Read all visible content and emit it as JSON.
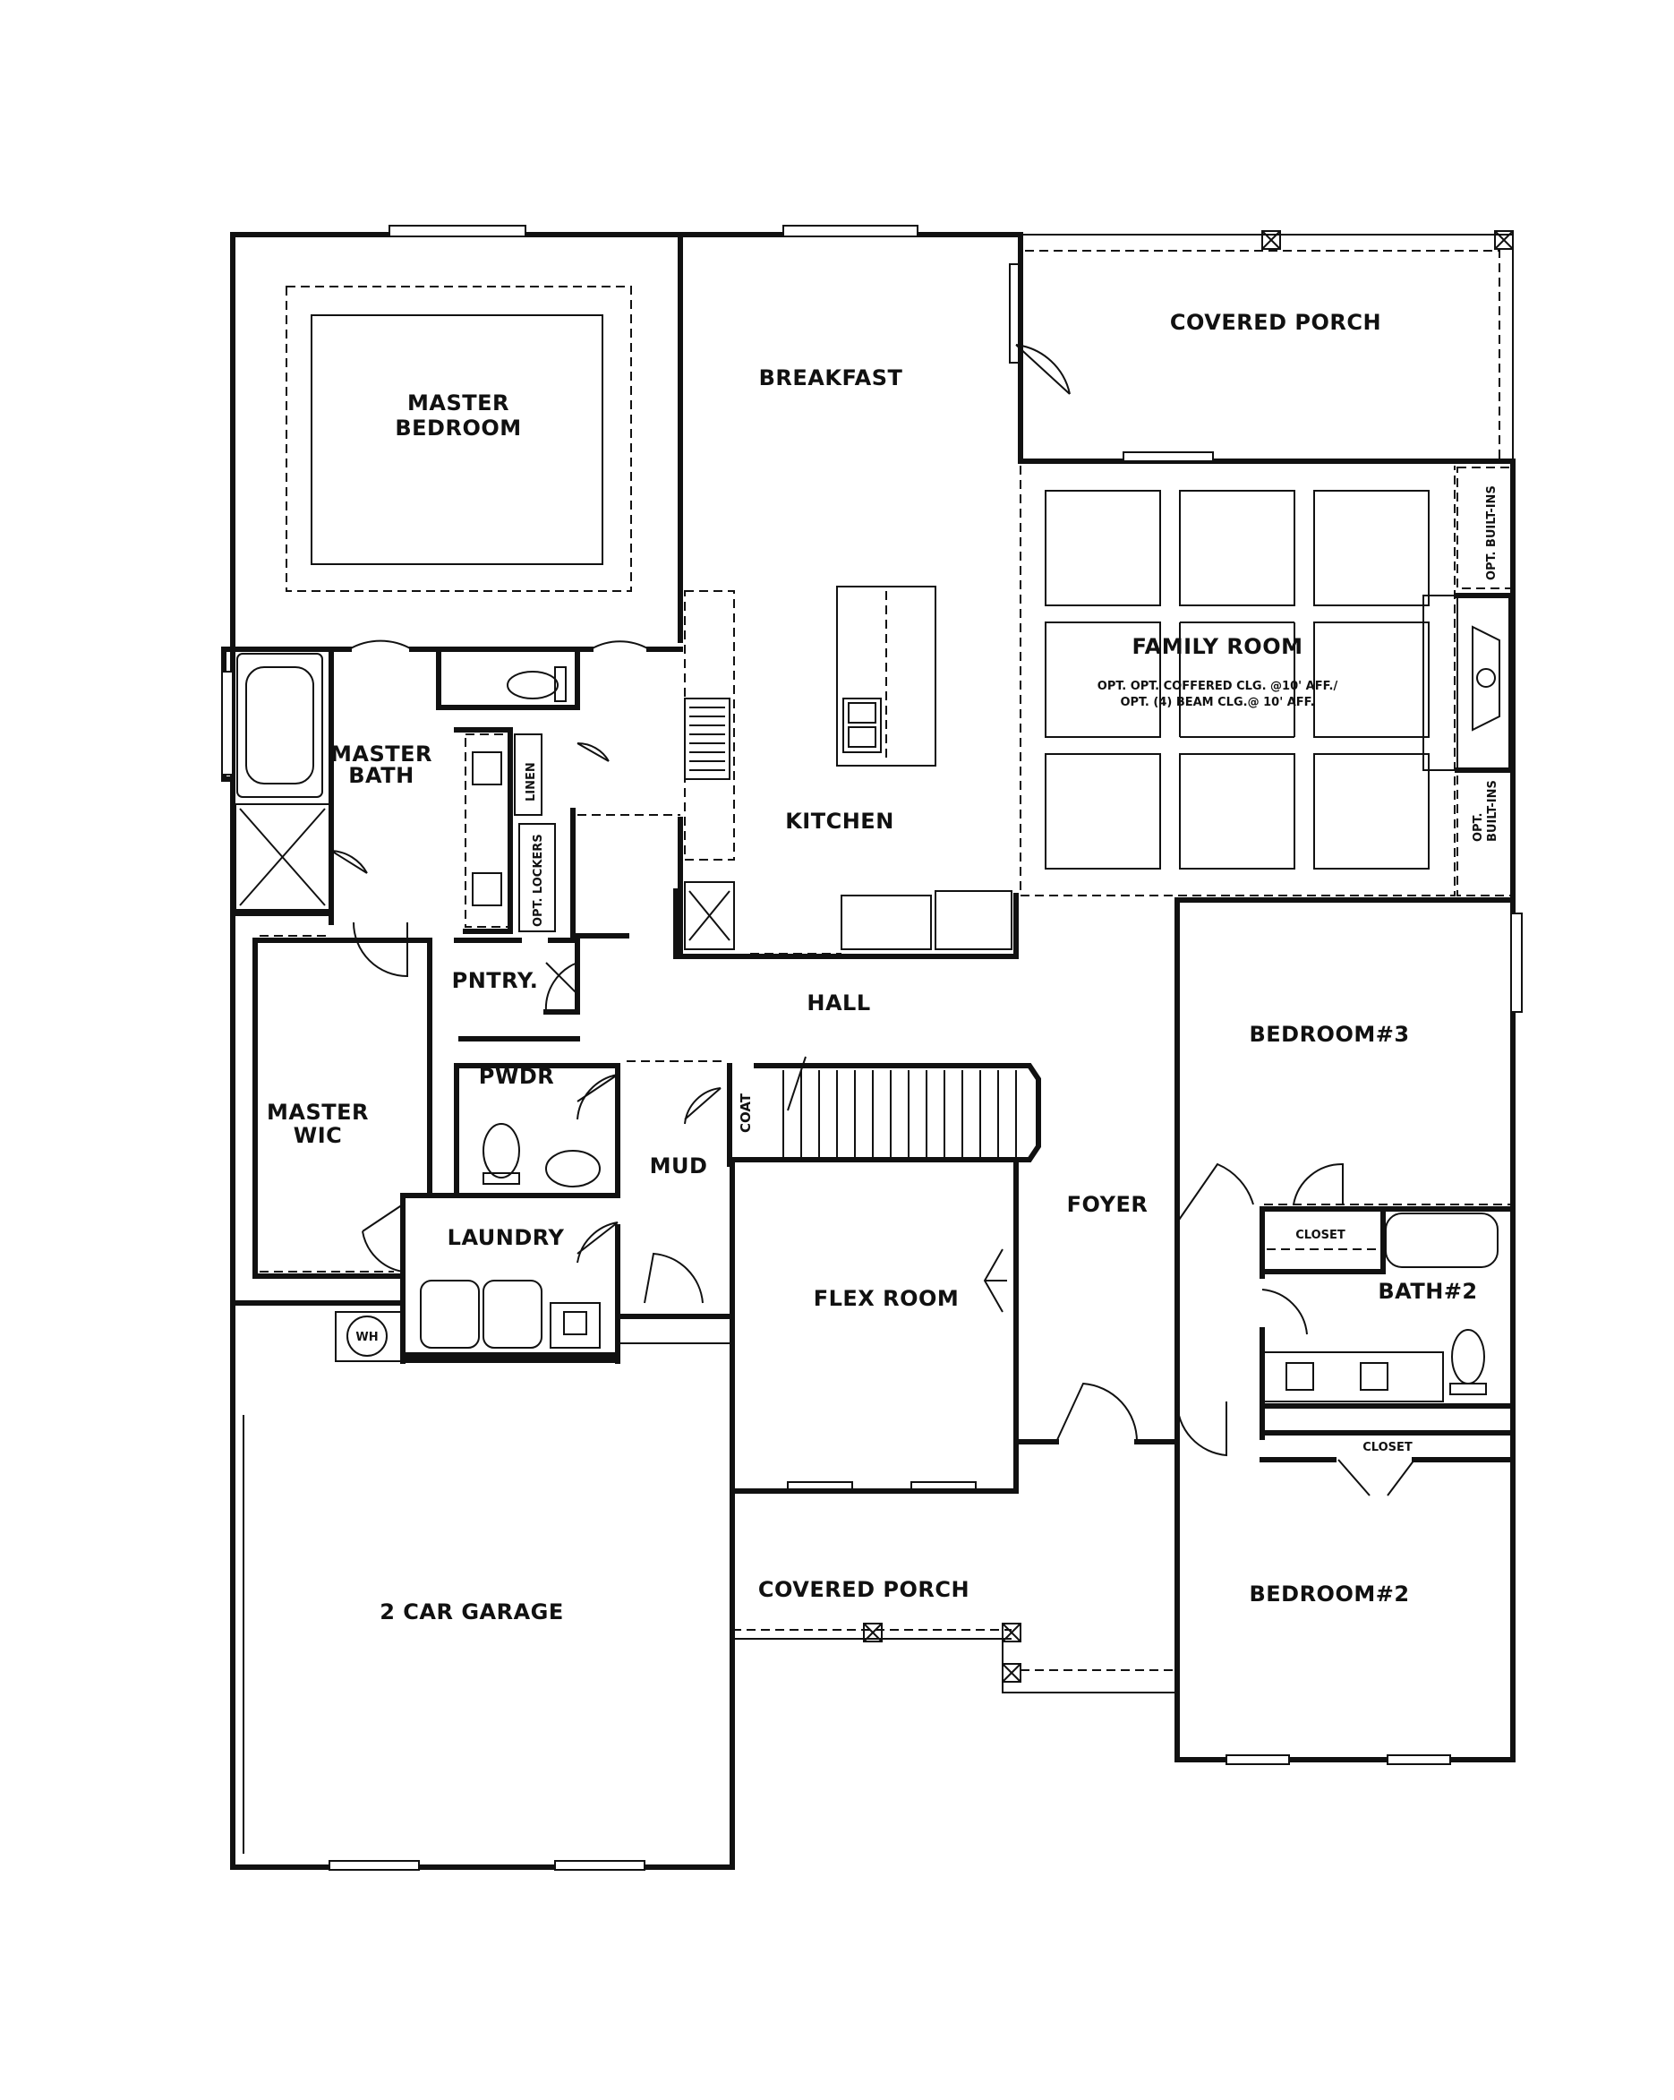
{
  "rooms": {
    "master_bedroom": [
      "MASTER",
      "BEDROOM"
    ],
    "breakfast": "BREAKFAST",
    "covered_porch_rear": "COVERED PORCH",
    "master_bath": [
      "MASTER",
      "BATH"
    ],
    "kitchen": "KITCHEN",
    "family_room": "FAMILY ROOM",
    "family_room_note": [
      "OPT. OPT. COFFERED CLG. @10' AFF./",
      "OPT. (4) BEAM CLG.@ 10' AFF."
    ],
    "opt_built_ins_top": "OPT. BUILT-INS",
    "opt_built_ins_bottom": [
      "OPT.",
      "BUILT-INS"
    ],
    "linen": "LINEN",
    "opt_lockers": "OPT. LOCKERS",
    "pntry": "PNTRY.",
    "hall": "HALL",
    "master_wic": [
      "MASTER",
      "WIC"
    ],
    "pwdr": "PWDR",
    "coat": "COAT",
    "mud": "MUD",
    "bedroom3": "BEDROOM#3",
    "foyer": "FOYER",
    "laundry": "LAUNDRY",
    "closet_bath": "CLOSET",
    "bath2": "BATH#2",
    "flex_room": "FLEX ROOM",
    "wh": "WH",
    "closet_bed2": "CLOSET",
    "covered_porch_front": "COVERED PORCH",
    "bedroom2": "BEDROOM#2",
    "garage": "2 CAR GARAGE"
  }
}
